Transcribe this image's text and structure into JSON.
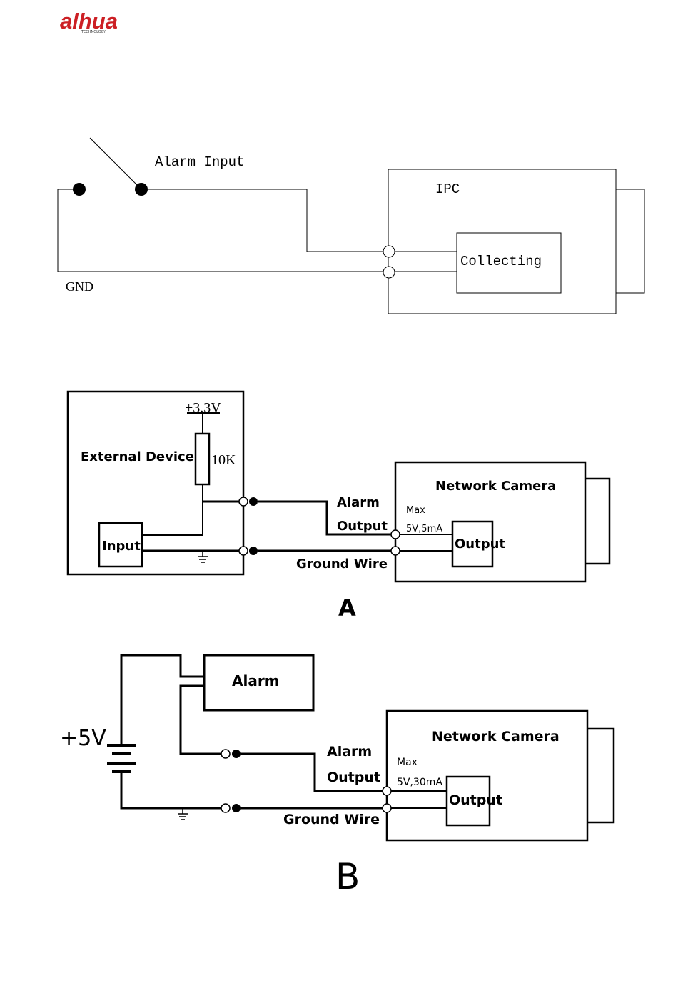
{
  "header": {
    "logo_text": "alhua",
    "logo_sub": "TECHNOLOGY",
    "logo_color": "#cc1f24"
  },
  "diagram1": {
    "alarm_input": "Alarm Input",
    "ipc": "IPC",
    "collecting": "Collecting",
    "gnd": "GND"
  },
  "diagramA": {
    "voltage": "+3.3V",
    "resistor": "10K",
    "external_device": "External Device",
    "input": "Input",
    "alarm": "Alarm",
    "output": "Output",
    "ground_wire": "Ground Wire",
    "network_camera": "Network Camera",
    "max": "Max",
    "rating": "5V,5mA",
    "camera_output": "Output",
    "caption": "A"
  },
  "diagramB": {
    "voltage": "+5V",
    "alarm_box": "Alarm",
    "alarm": "Alarm",
    "output": "Output",
    "ground_wire": "Ground Wire",
    "network_camera": "Network Camera",
    "max": "Max",
    "rating": "5V,30mA",
    "camera_output": "Output",
    "caption": "B"
  }
}
